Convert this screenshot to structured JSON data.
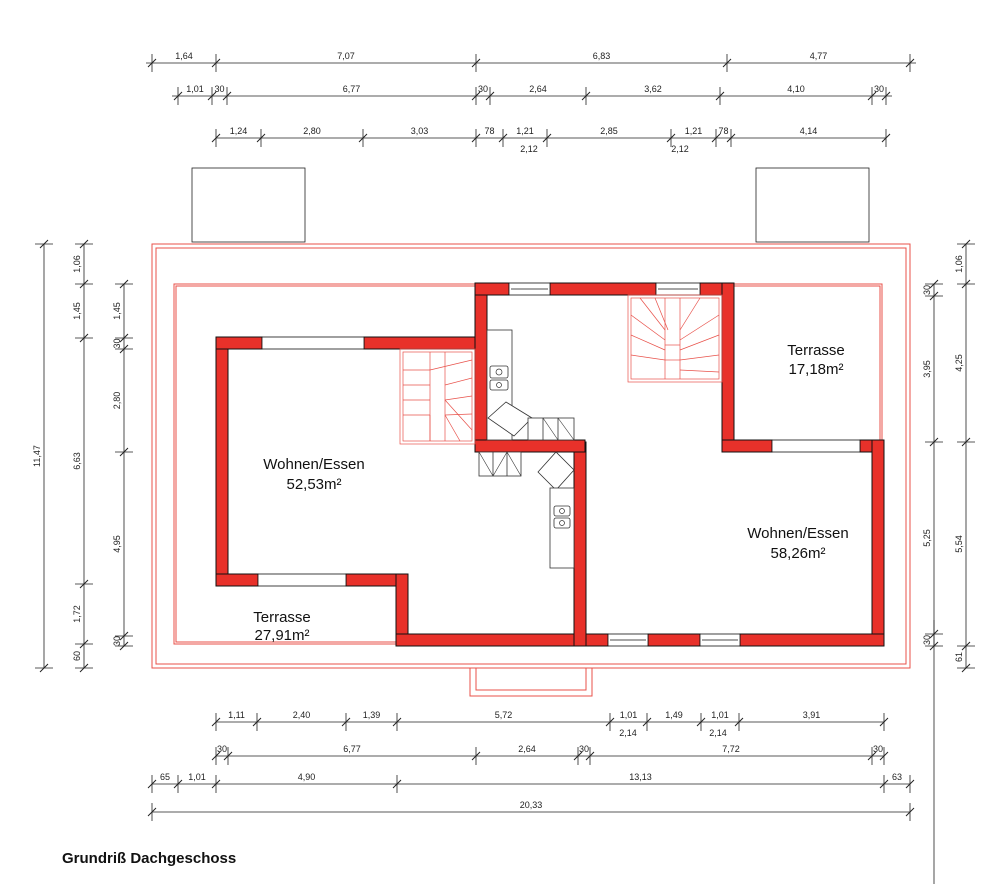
{
  "title": "Grundriß Dachgeschoss",
  "rooms": [
    {
      "name": "Wohnen/Essen",
      "area": "52,53m²"
    },
    {
      "name": "Wohnen/Essen",
      "area": "58,26m²"
    },
    {
      "name": "Terrasse",
      "area": "17,18m²"
    },
    {
      "name": "Terrasse",
      "area": "27,91m²"
    }
  ],
  "dimensions": {
    "top1": [
      "1,64",
      "7,07",
      "6,83",
      "4,77"
    ],
    "top2": [
      "1,01",
      "30",
      "6,77",
      "30",
      "2,64",
      "3,62",
      "4,10",
      "30"
    ],
    "top3": [
      "1,24",
      "2,80",
      "3,03",
      "78",
      "1,21",
      "2,85",
      "1,21",
      "78",
      "4,14"
    ],
    "top3_sub": [
      "2,12",
      "2,12"
    ],
    "bottom1": [
      "1,11",
      "2,40",
      "1,39",
      "5,72",
      "1,01",
      "1,49",
      "1,01",
      "3,91"
    ],
    "bottom1_sub": [
      "2,14",
      "2,14"
    ],
    "bottom2": [
      "30",
      "6,77",
      "2,64",
      "30",
      "7,72",
      "30"
    ],
    "bottom3": [
      "65",
      "1,01",
      "4,90",
      "13,13",
      "63"
    ],
    "bottom4": [
      "20,33"
    ],
    "left1": [
      "11,47"
    ],
    "left2": [
      "1,06",
      "1,45",
      "6,63",
      "1,72",
      "60"
    ],
    "left3": [
      "1,45",
      "30",
      "2,80",
      "4,95",
      "30"
    ],
    "right1": [
      "1,06",
      "4,25",
      "5,54",
      "61"
    ],
    "right2": [
      "30",
      "3,95",
      "5,25",
      "30"
    ]
  }
}
